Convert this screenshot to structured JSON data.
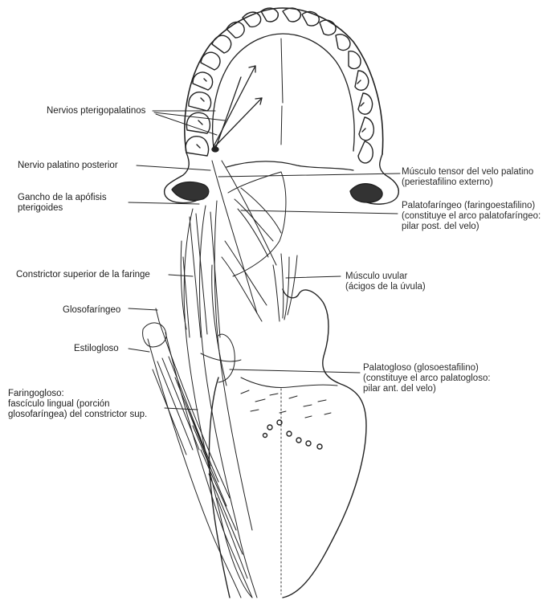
{
  "left_labels": {
    "nervios_pterigopalatinos": "Nervios pterigopalatinos",
    "nervio_palatino_posterior": "Nervio palatino posterior",
    "gancho_line1": "Gancho de la apófisis",
    "gancho_line2": "pterigoides",
    "constrictor_superior": "Constrictor superior de la faringe",
    "glosofaringeo": "Glosofaríngeo",
    "estilogloso": "Estilogloso",
    "faringogloso_line1": "Faringogloso:",
    "faringogloso_line2": "fascículo lingual (porción",
    "faringogloso_line3": "glosofaríngea) del constrictor sup."
  },
  "right_labels": {
    "tensor_line1": "Músculo tensor del velo palatino",
    "tensor_line2": "(periestafilino externo)",
    "palatofaringeo_line1": "Palatofaríngeo (faringoestafilino)",
    "palatofaringeo_line2": "(constituye el arco palatofaríngeo:",
    "palatofaringeo_line3": "pilar post. del velo)",
    "uvular_line1": "Músculo uvular",
    "uvular_line2": "(ácigos de la úvula)",
    "palatogloso_line1": "Palatogloso (glosoestafilino)",
    "palatogloso_line2": "(constituye el arco palatogloso:",
    "palatogloso_line3": "pilar ant. del velo)"
  }
}
